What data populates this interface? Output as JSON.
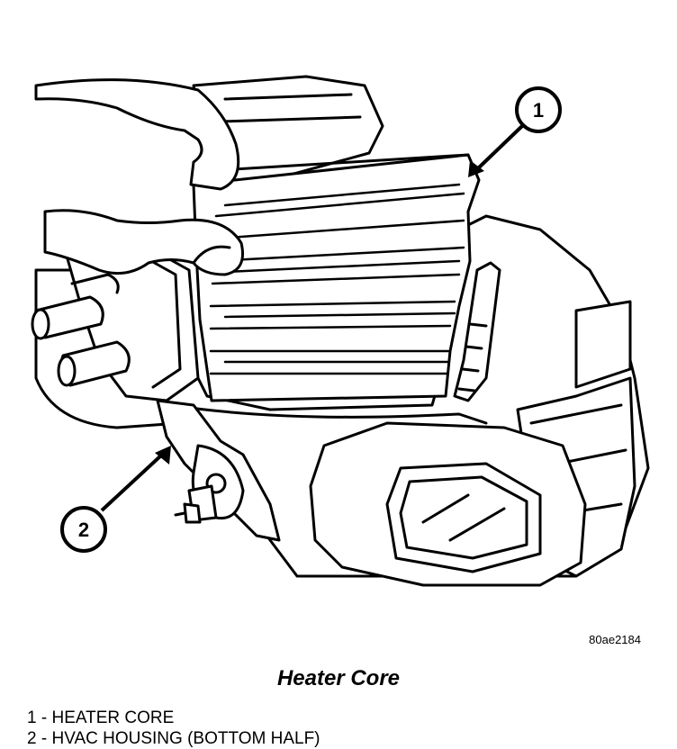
{
  "figure_id": "80ae2184",
  "caption": "Heater Core",
  "callouts": [
    "1",
    "2"
  ],
  "legend": [
    {
      "number": "1",
      "separator": "-",
      "label": "HEATER CORE"
    },
    {
      "number": "2",
      "separator": "-",
      "label": "HVAC HOUSING (BOTTOM HALF)"
    }
  ]
}
